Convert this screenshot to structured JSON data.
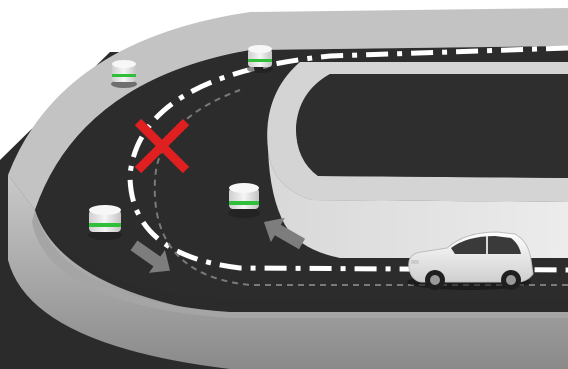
{
  "scene": {
    "type": "illustration",
    "subject": "car-on-curved-track",
    "colors": {
      "background": "#ffffff",
      "base": "#2b2b2b",
      "road": "#2c2c2c",
      "road_dark": "#1f1f1f",
      "wall_top": "#bdbdbd",
      "wall_side": "#8e8e8e",
      "wall_inner": "#dcdcdc",
      "lane_marking": "#ffffff",
      "dashed_path": "#7a7a7a",
      "cross_mark": "#e02020",
      "arrow": "#7d7d7d",
      "beacon_body": "#e9e9e9",
      "beacon_ring": "#2fbf3a",
      "car_body": "#f4f4f4",
      "car_window": "#3a3a3a"
    },
    "icons": [
      "red-x-icon",
      "arrow-icon",
      "beacon-icon",
      "car-icon"
    ],
    "beacons": 4,
    "arrows": 2
  }
}
